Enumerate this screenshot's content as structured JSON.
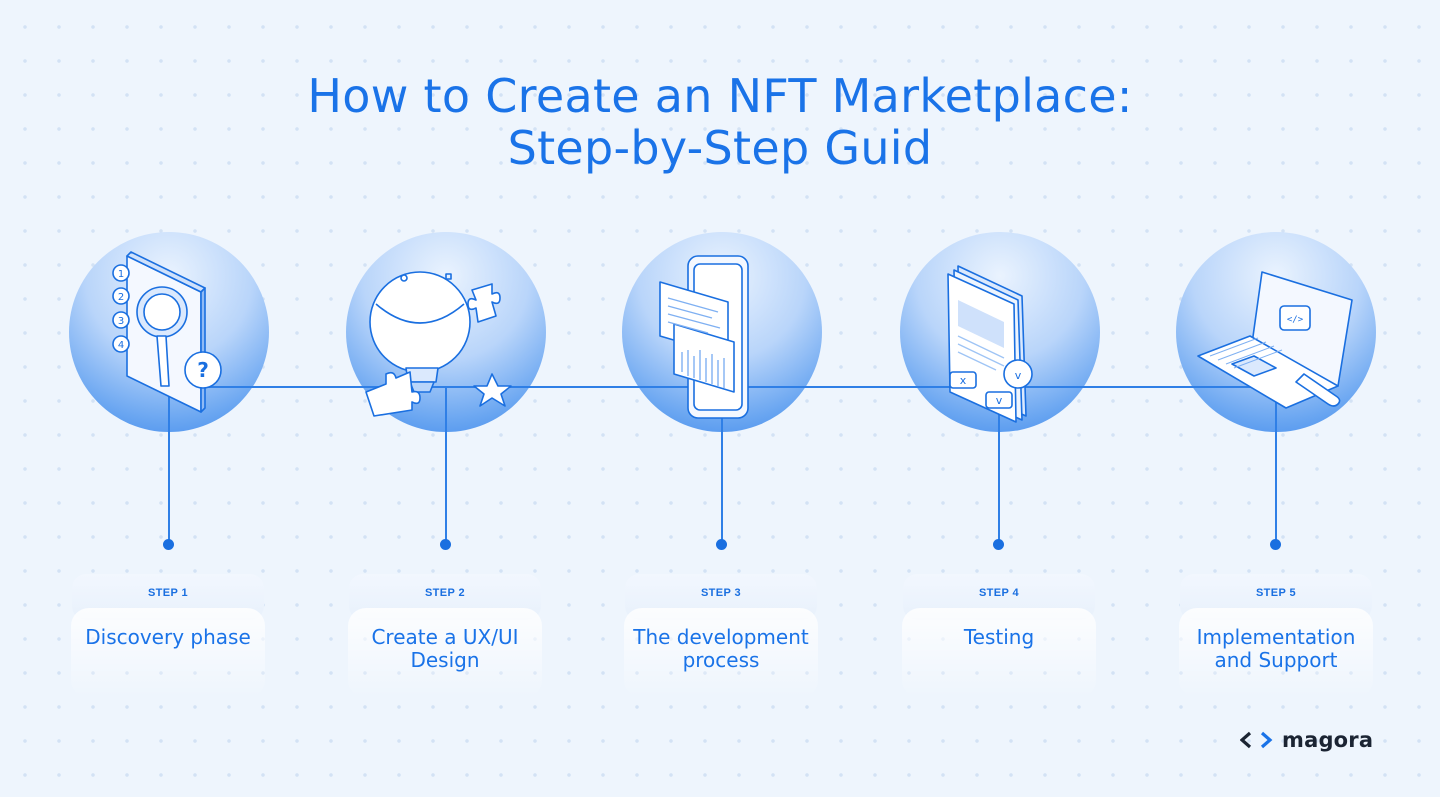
{
  "title": {
    "line1": "How to Create an NFT Marketplace:",
    "line2": "Step-by-Step Guid"
  },
  "steps": [
    {
      "step": "STEP 1",
      "label": "Discovery phase",
      "icon": "magnifier-checklist-icon"
    },
    {
      "step": "STEP 2",
      "label": "Create a UX/UI Design",
      "icon": "lightbulb-puzzle-icon"
    },
    {
      "step": "STEP 3",
      "label": "The development process",
      "icon": "phone-code-icon"
    },
    {
      "step": "STEP 4",
      "label": "Testing",
      "icon": "document-check-icon"
    },
    {
      "step": "STEP 5",
      "label": "Implementation and Support",
      "icon": "laptop-wrench-icon"
    }
  ],
  "brand": {
    "name": "magora",
    "icon": "code-brackets-icon"
  },
  "colors": {
    "accent": "#1a73e8",
    "background": "#eef5fd",
    "text_dark": "#1b2433"
  }
}
